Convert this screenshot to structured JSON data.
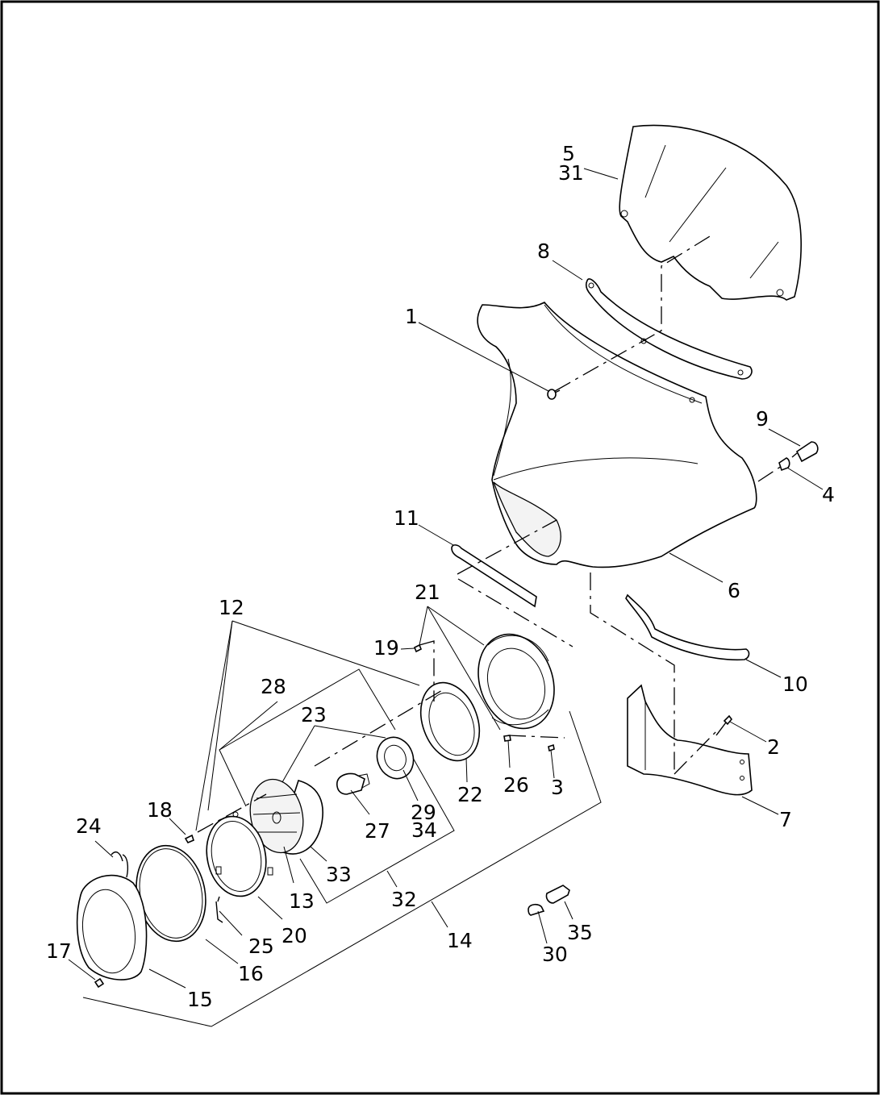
{
  "diagram": {
    "labels": [
      {
        "id": "l1",
        "text": "1"
      },
      {
        "id": "l2",
        "text": "2"
      },
      {
        "id": "l3",
        "text": "3"
      },
      {
        "id": "l4",
        "text": "4"
      },
      {
        "id": "l5",
        "text": "5"
      },
      {
        "id": "l31",
        "text": "31"
      },
      {
        "id": "l6",
        "text": "6"
      },
      {
        "id": "l7",
        "text": "7"
      },
      {
        "id": "l8",
        "text": "8"
      },
      {
        "id": "l9",
        "text": "9"
      },
      {
        "id": "l10",
        "text": "10"
      },
      {
        "id": "l11",
        "text": "11"
      },
      {
        "id": "l12",
        "text": "12"
      },
      {
        "id": "l13",
        "text": "13"
      },
      {
        "id": "l14",
        "text": "14"
      },
      {
        "id": "l15",
        "text": "15"
      },
      {
        "id": "l16",
        "text": "16"
      },
      {
        "id": "l17",
        "text": "17"
      },
      {
        "id": "l18",
        "text": "18"
      },
      {
        "id": "l19",
        "text": "19"
      },
      {
        "id": "l20",
        "text": "20"
      },
      {
        "id": "l21",
        "text": "21"
      },
      {
        "id": "l22",
        "text": "22"
      },
      {
        "id": "l23",
        "text": "23"
      },
      {
        "id": "l24",
        "text": "24"
      },
      {
        "id": "l25",
        "text": "25"
      },
      {
        "id": "l26",
        "text": "26"
      },
      {
        "id": "l27",
        "text": "27"
      },
      {
        "id": "l28",
        "text": "28"
      },
      {
        "id": "l29",
        "text": "29"
      },
      {
        "id": "l34",
        "text": "34"
      },
      {
        "id": "l30",
        "text": "30"
      },
      {
        "id": "l32",
        "text": "32"
      },
      {
        "id": "l33",
        "text": "33"
      },
      {
        "id": "l35",
        "text": "35"
      }
    ]
  }
}
